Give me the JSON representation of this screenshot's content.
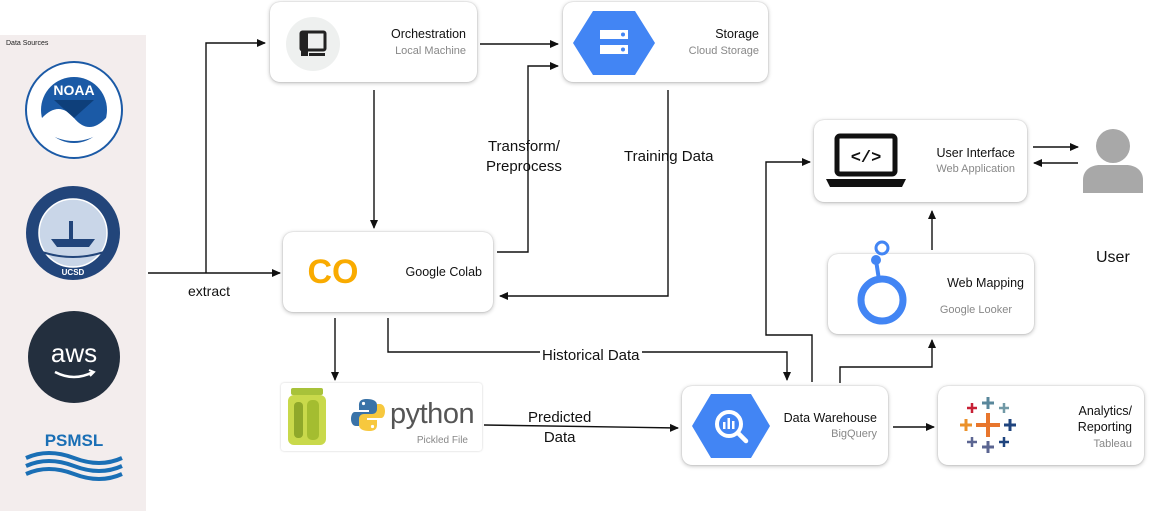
{
  "sidebar": {
    "title": "Data Sources",
    "logos": [
      {
        "name": "noaa-logo",
        "text": "NOAA"
      },
      {
        "name": "scripps-logo",
        "text": "UCSD"
      },
      {
        "name": "aws-logo",
        "text": "aws"
      },
      {
        "name": "psmsl-logo",
        "text": "PSMSL"
      }
    ]
  },
  "nodes": {
    "orchestration": {
      "title": "Orchestration",
      "subtitle": "Local Machine",
      "icon": "computer-icon"
    },
    "storage": {
      "title": "Storage",
      "subtitle": "Cloud Storage",
      "icon": "storage-icon"
    },
    "colab": {
      "title": "Google Colab",
      "icon": "google-colab-icon",
      "icon_text": "CO"
    },
    "python": {
      "title": "python",
      "subtitle": "Pickled File",
      "icon": "python-icon"
    },
    "warehouse": {
      "title": "Data Warehouse",
      "subtitle": "BigQuery",
      "icon": "bigquery-icon"
    },
    "analytics": {
      "title_line1": "Analytics/",
      "title_line2": "Reporting",
      "subtitle": "Tableau",
      "icon": "tableau-icon"
    },
    "web_mapping": {
      "title": "Web Mapping",
      "subtitle": "Google Looker",
      "icon": "looker-icon"
    },
    "user_interface": {
      "title": "User Interface",
      "subtitle": "Web Application",
      "icon": "laptop-code-icon",
      "icon_text": "</>"
    },
    "user": {
      "label": "User",
      "icon": "user-icon"
    }
  },
  "edges": {
    "extract": "extract",
    "transform_line1": "Transform/",
    "transform_line2": "Preprocess",
    "training": "Training Data",
    "historical": "Historical Data",
    "predicted_line1": "Predicted",
    "predicted_line2": "Data"
  },
  "colors": {
    "sidebar_bg": "#f3eded",
    "noaa_blue": "#1b5aa6",
    "storage_blue": "#4285f4",
    "colab_yellow": "#f9ab00",
    "aws_navy": "#232f3e",
    "psmsl_blue": "#1a6fb5",
    "user_gray": "#a8a8a8"
  }
}
